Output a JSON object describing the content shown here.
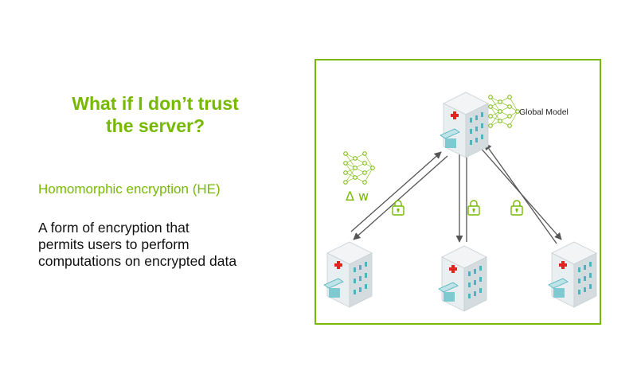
{
  "slide": {
    "title_lines": [
      "What if I don’t trust",
      "the server?"
    ],
    "subtitle": "Homomorphic encryption (HE)",
    "description_lines": [
      "A form of encryption that",
      "permits users to perform",
      "computations on encrypted data"
    ]
  },
  "diagram": {
    "global_model_label": "Global Model",
    "delta_w_label": "Δ w",
    "colors": {
      "accent": "#76b900",
      "arrow": "#555555",
      "building": "#dfe6e8",
      "cross": "#e0241f",
      "window": "#4fb3bf"
    },
    "icons": [
      "server-building-icon",
      "neural-network-icon",
      "lock-icon",
      "hospital-building-icon"
    ]
  }
}
